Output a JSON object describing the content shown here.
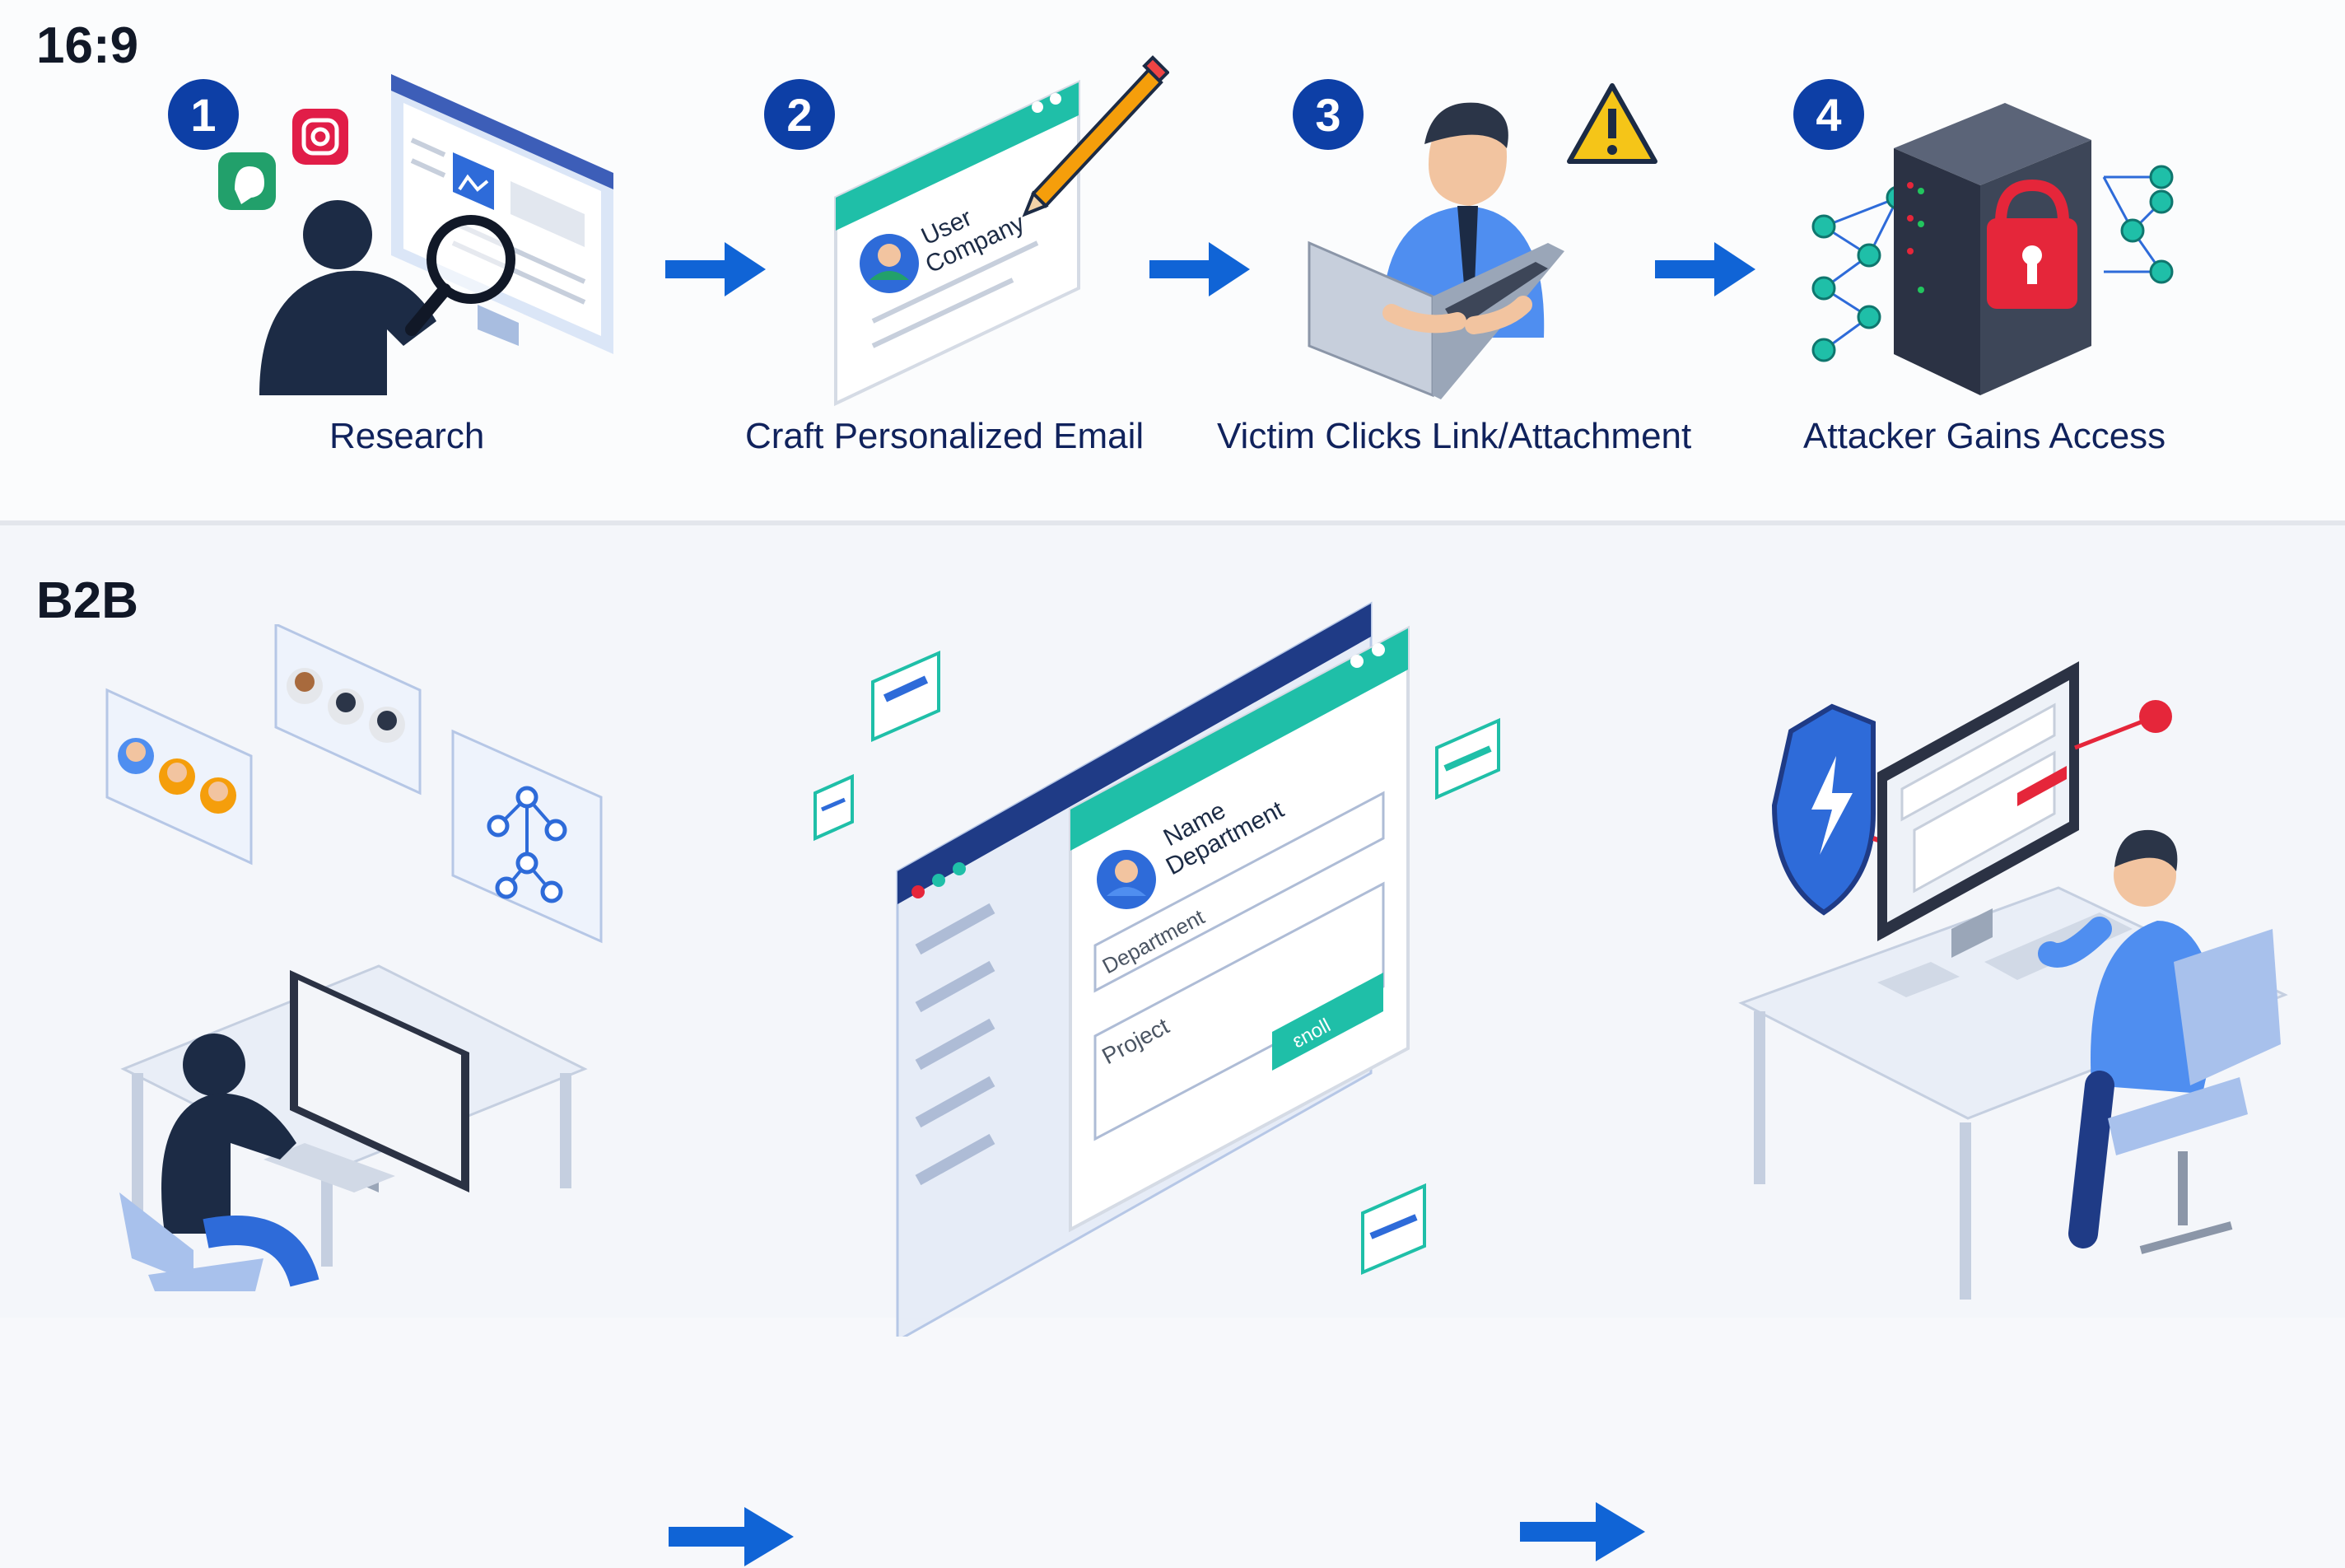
{
  "top_section": {
    "label": "16:9",
    "steps": [
      {
        "number": "1",
        "label": "Research"
      },
      {
        "number": "2",
        "label": "Craft Personalized Email"
      },
      {
        "number": "3",
        "label": "Victim Clicks Link/Attachment"
      },
      {
        "number": "4",
        "label": "Attacker Gains Access"
      }
    ],
    "email_card": {
      "line1": "User",
      "line2": "Company"
    }
  },
  "bottom_section": {
    "label": "B2B",
    "form": {
      "header_line1": "Name",
      "header_line2": "Department",
      "field1": "Department",
      "field2": "Project",
      "button": "ɛnoll"
    }
  },
  "colors": {
    "badge": "#0d3fa6",
    "arrow": "#1064d6",
    "label_text": "#10225c",
    "teal": "#1fbfa8",
    "alert_red": "#e5263a",
    "warning_yellow": "#f5c518"
  }
}
